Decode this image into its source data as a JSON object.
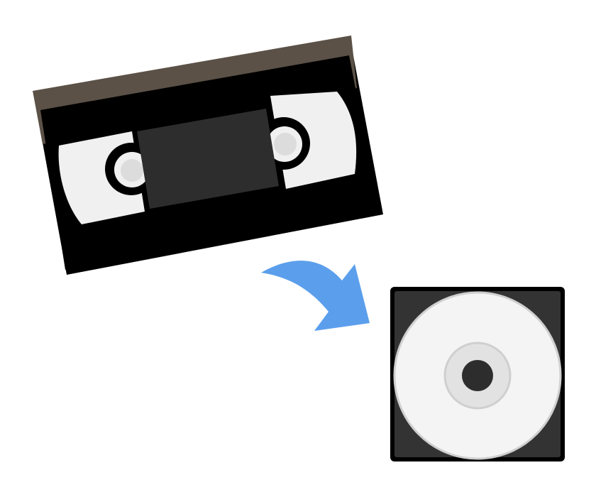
{
  "scene": {
    "background": "#ffffff",
    "description_items": [
      {
        "id": "vhs",
        "icon": "vhs-cassette-icon"
      },
      {
        "id": "arrow",
        "icon": "curved-arrow-icon"
      },
      {
        "id": "disc",
        "icon": "cd-case-icon"
      }
    ]
  },
  "colors": {
    "cassette_body": "#000000",
    "cassette_label_strip": "#5b5147",
    "cassette_window": "#2d2d2d",
    "cassette_reel_cover": "#f0f0f0",
    "cassette_hub_inner": "#dcdcdc",
    "arrow": "#5b9fec",
    "case_frame": "#000000",
    "case_inner": "#333333",
    "disc_face": "#f4f4f4",
    "disc_rim": "#cfcfcf",
    "disc_hub_ring": "#e2e2e2",
    "disc_hole": "#2d2d2d"
  }
}
